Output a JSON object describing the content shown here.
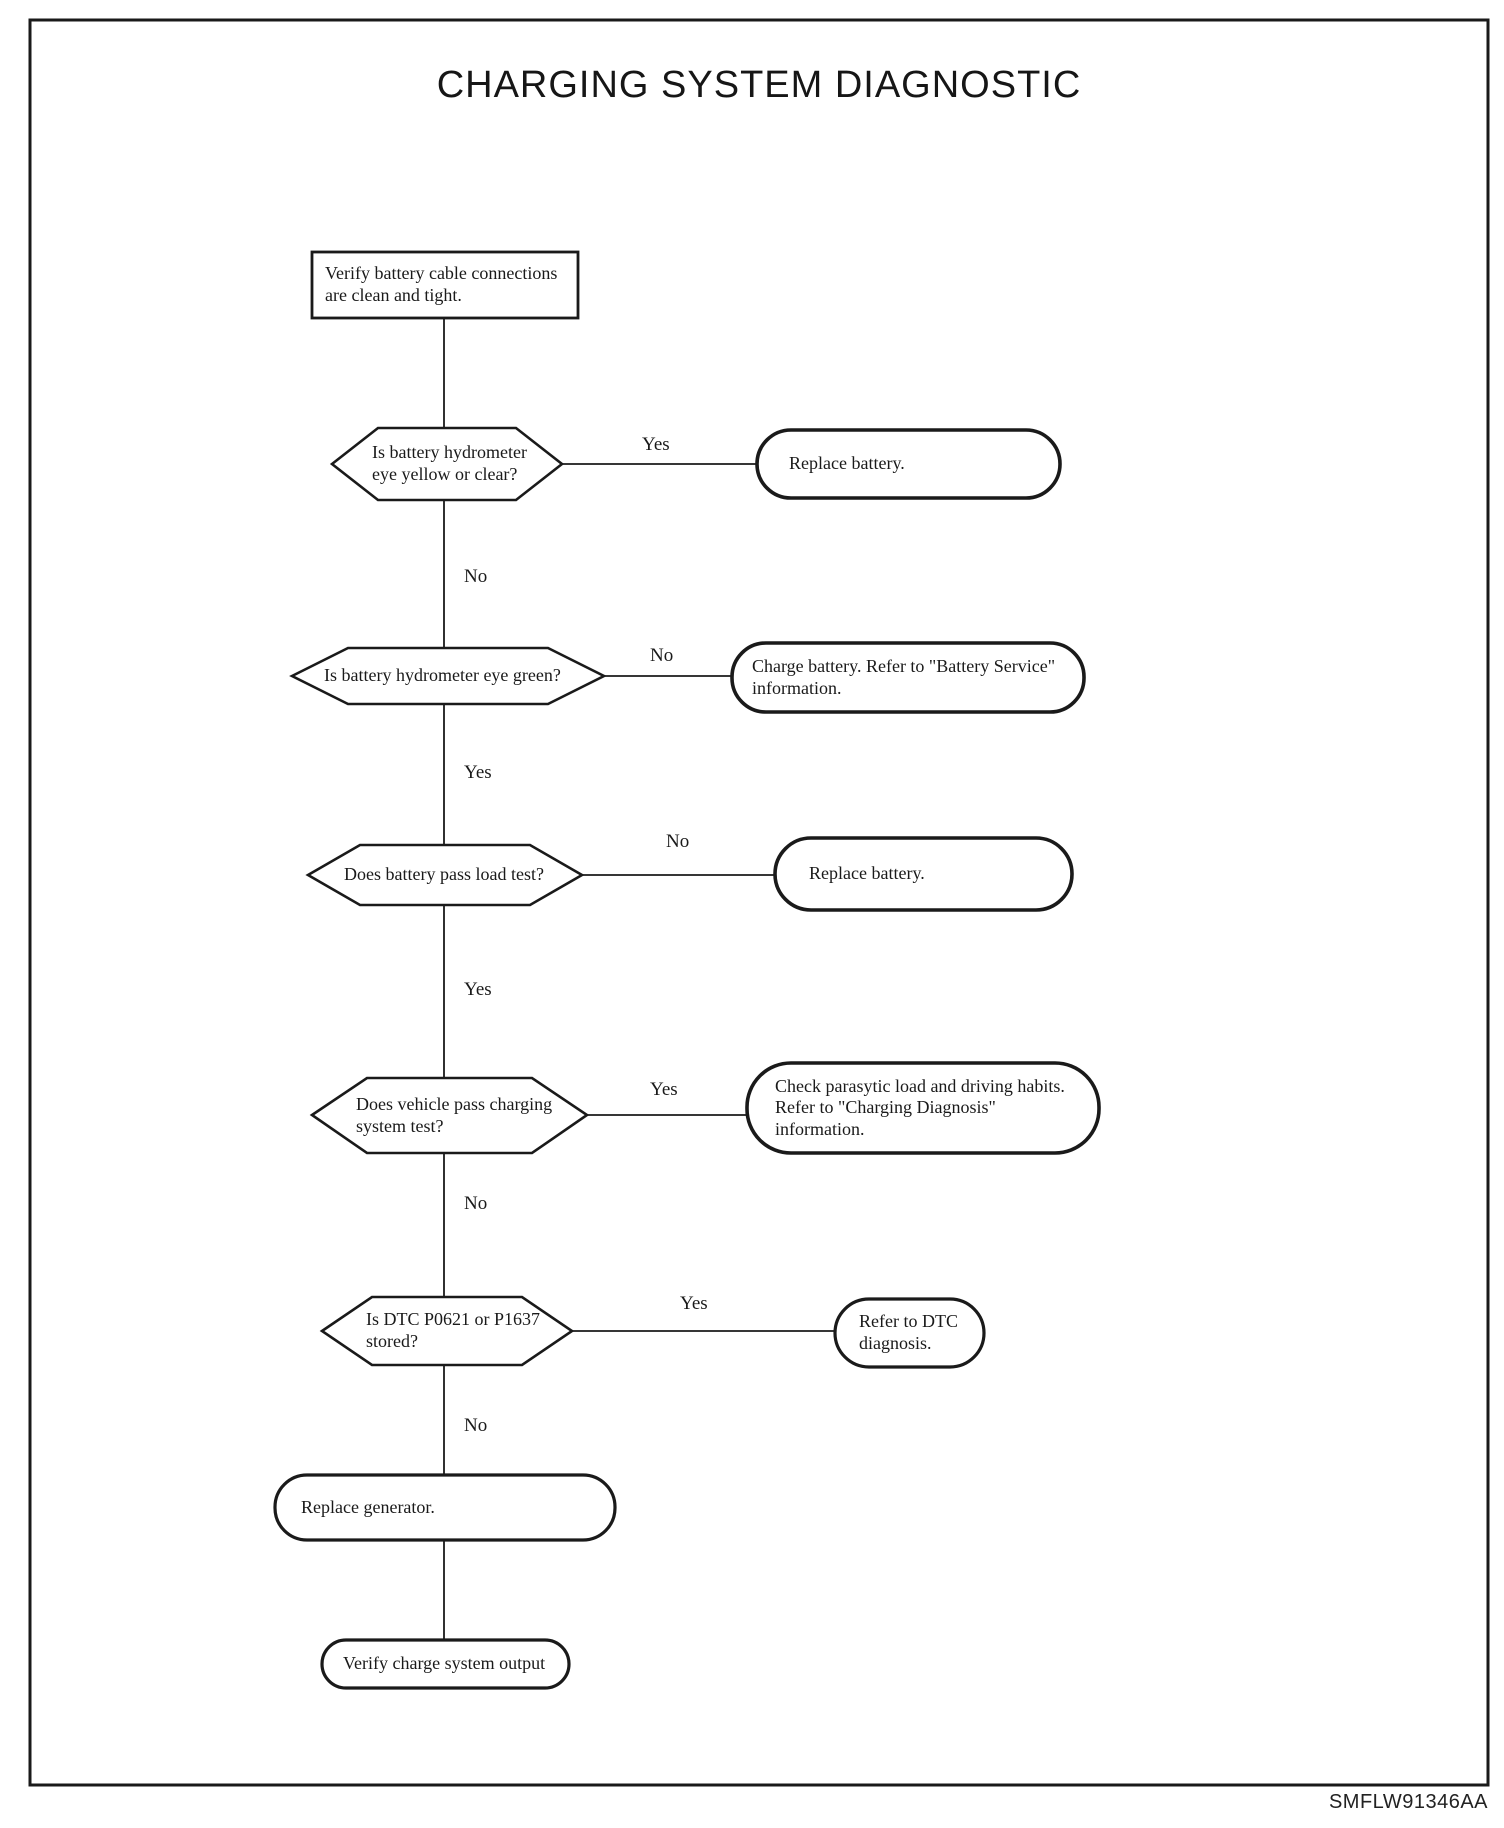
{
  "page": {
    "title": "CHARGING SYSTEM DIAGNOSTIC",
    "figure_code": "SMFLW91346AA"
  },
  "colors": {
    "ink": "#1a1a1a",
    "paper": "#ffffff"
  },
  "flowchart": {
    "start": {
      "text": "Verify battery cable connections are clean and tight."
    },
    "decisions": [
      {
        "question": "Is battery hydrometer eye yellow or clear?",
        "branch_label": "Yes",
        "branch_action": "Replace battery.",
        "continue_label": "No"
      },
      {
        "question": "Is battery hydrometer eye green?",
        "branch_label": "No",
        "branch_action": "Charge battery. Refer to \"Battery Service\" information.",
        "continue_label": "Yes"
      },
      {
        "question": "Does battery pass load test?",
        "branch_label": "No",
        "branch_action": "Replace battery.",
        "continue_label": "Yes"
      },
      {
        "question": "Does vehicle pass charging system test?",
        "branch_label": "Yes",
        "branch_action": "Check parasytic load and driving habits. Refer to \"Charging Diagnosis\" information.",
        "continue_label": "No"
      },
      {
        "question": "Is DTC P0621 or P1637 stored?",
        "branch_label": "Yes",
        "branch_action": "Refer to DTC diagnosis.",
        "continue_label": "No"
      }
    ],
    "terminals": [
      {
        "text": "Replace generator."
      },
      {
        "text": "Verify charge system output"
      }
    ]
  }
}
